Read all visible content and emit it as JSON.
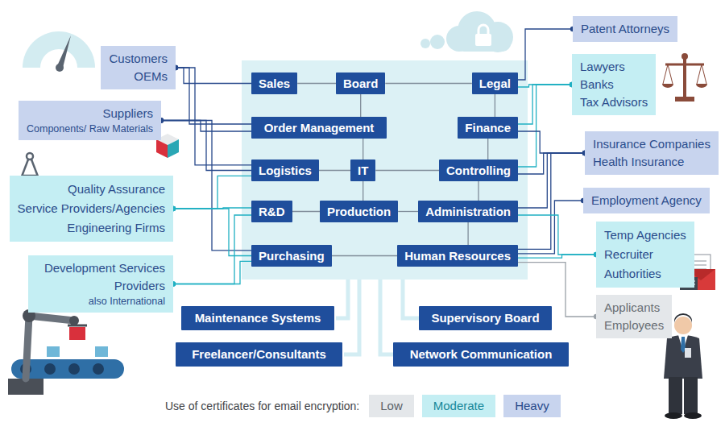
{
  "diagram": {
    "nodes": [
      {
        "text": [
          "Patent Attorneys"
        ]
      },
      {
        "text": [
          "Customers",
          "OEMs"
        ]
      },
      {
        "text": [
          "Lawyers",
          "Banks",
          "Tax Advisors"
        ]
      },
      {
        "text": [
          "Sales"
        ]
      },
      {
        "text": [
          "Board"
        ]
      },
      {
        "text": [
          "Legal"
        ]
      },
      {
        "text": [
          "Suppliers",
          "Components/ Raw Materials"
        ]
      },
      {
        "text": [
          "Order Management"
        ]
      },
      {
        "text": [
          "Finance"
        ]
      },
      {
        "text": [
          "Insurance Companies",
          "Health Insurance"
        ]
      },
      {
        "text": [
          "Logistics"
        ]
      },
      {
        "text": [
          "IT"
        ]
      },
      {
        "text": [
          "Controlling"
        ]
      },
      {
        "text": [
          "Quality Assurance",
          "Service Providers/Agencies",
          "Engineering Firms"
        ]
      },
      {
        "text": [
          "Employment Agency"
        ]
      },
      {
        "text": [
          "R&D"
        ]
      },
      {
        "text": [
          "Production"
        ]
      },
      {
        "text": [
          "Administration"
        ]
      },
      {
        "text": [
          "Temp Agencies",
          "Recruiter",
          "Authorities"
        ]
      },
      {
        "text": [
          "Development Services Providers",
          "also International"
        ]
      },
      {
        "text": [
          "Purchasing"
        ]
      },
      {
        "text": [
          "Human Resources"
        ]
      },
      {
        "text": [
          "Applicants",
          "Employees"
        ]
      },
      {
        "text": [
          "Maintenance Systems"
        ]
      },
      {
        "text": [
          "Supervisory Board"
        ]
      },
      {
        "text": [
          "Freelancer/Consultants"
        ]
      },
      {
        "text": [
          "Network Communication"
        ]
      }
    ],
    "edges": [
      {
        "from": 1,
        "to": 3,
        "arrow": "none"
      },
      {
        "from": 1,
        "to": 7,
        "arrow": "none"
      },
      {
        "from": 1,
        "to": 10,
        "arrow": "none"
      },
      {
        "from": 6,
        "to": 7,
        "arrow": "none"
      },
      {
        "from": 6,
        "to": 10,
        "arrow": "none"
      },
      {
        "from": 6,
        "to": 20,
        "arrow": "none"
      },
      {
        "from": 13,
        "to": 10,
        "arrow": "none"
      },
      {
        "from": 13,
        "to": 15,
        "arrow": "none"
      },
      {
        "from": 13,
        "to": 20,
        "arrow": "none"
      },
      {
        "from": 19,
        "to": 15,
        "arrow": "none"
      },
      {
        "from": 19,
        "to": 20,
        "arrow": "none"
      },
      {
        "from": 0,
        "to": 5,
        "arrow": "none"
      },
      {
        "from": 2,
        "to": 5,
        "arrow": "none"
      },
      {
        "from": 2,
        "to": 8,
        "arrow": "none"
      },
      {
        "from": 2,
        "to": 12,
        "arrow": "none"
      },
      {
        "from": 9,
        "to": 8,
        "arrow": "none"
      },
      {
        "from": 9,
        "to": 12,
        "arrow": "none"
      },
      {
        "from": 9,
        "to": 17,
        "arrow": "none"
      },
      {
        "from": 9,
        "to": 21,
        "arrow": "none"
      },
      {
        "from": 14,
        "to": 21,
        "arrow": "none"
      },
      {
        "from": 18,
        "to": 17,
        "arrow": "none"
      },
      {
        "from": 18,
        "to": 21,
        "arrow": "none"
      },
      {
        "from": 22,
        "to": 21,
        "arrow": "none"
      },
      {
        "from": 3,
        "to": 4,
        "arrow": "none"
      },
      {
        "from": 4,
        "to": 5,
        "arrow": "none"
      },
      {
        "from": 4,
        "to": 7,
        "arrow": "none"
      },
      {
        "from": 5,
        "to": 8,
        "arrow": "none"
      },
      {
        "from": 8,
        "to": 12,
        "arrow": "none"
      },
      {
        "from": 12,
        "to": 17,
        "arrow": "none"
      },
      {
        "from": 17,
        "to": 21,
        "arrow": "none"
      },
      {
        "from": 7,
        "to": 11,
        "arrow": "none"
      },
      {
        "from": 11,
        "to": 10,
        "arrow": "none"
      },
      {
        "from": 11,
        "to": 12,
        "arrow": "none"
      },
      {
        "from": 11,
        "to": 16,
        "arrow": "none"
      },
      {
        "from": 15,
        "to": 16,
        "arrow": "none"
      },
      {
        "from": 16,
        "to": 17,
        "arrow": "none"
      },
      {
        "from": 20,
        "to": 21,
        "arrow": "none"
      }
    ],
    "labels": [
      "Use of certificates for email encryption:"
    ],
    "legend": [
      {
        "text": "Low",
        "color": "#e4e7ea"
      },
      {
        "text": "Moderate",
        "color": "#c4eef3"
      },
      {
        "text": "Heavy",
        "color": "#c8d4ee"
      }
    ]
  }
}
